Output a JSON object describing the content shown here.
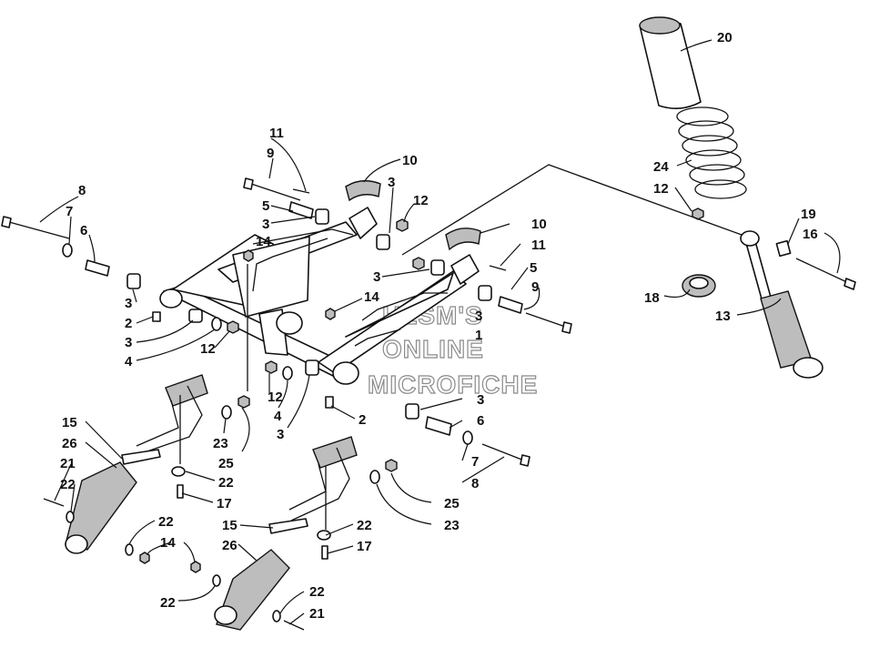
{
  "watermark": [
    "HLSM'S",
    "ONLINE",
    "MICROFICHE"
  ],
  "callouts": [
    {
      "id": "c8a",
      "text": "8"
    },
    {
      "id": "c7a",
      "text": "7"
    },
    {
      "id": "c6a",
      "text": "6"
    },
    {
      "id": "c3a",
      "text": "3"
    },
    {
      "id": "c2a",
      "text": "2"
    },
    {
      "id": "c3b",
      "text": "3"
    },
    {
      "id": "c4a",
      "text": "4"
    },
    {
      "id": "c12a",
      "text": "12"
    },
    {
      "id": "c14a",
      "text": "14"
    },
    {
      "id": "c11a",
      "text": "11"
    },
    {
      "id": "c9a",
      "text": "9"
    },
    {
      "id": "c5a",
      "text": "5"
    },
    {
      "id": "c3c",
      "text": "3"
    },
    {
      "id": "c10a",
      "text": "10"
    },
    {
      "id": "c3d",
      "text": "3"
    },
    {
      "id": "c12b",
      "text": "12"
    },
    {
      "id": "c10b",
      "text": "10"
    },
    {
      "id": "c11b",
      "text": "11"
    },
    {
      "id": "c3e",
      "text": "3"
    },
    {
      "id": "c5b",
      "text": "5"
    },
    {
      "id": "c9b",
      "text": "9"
    },
    {
      "id": "c14b",
      "text": "14"
    },
    {
      "id": "c3f",
      "text": "3"
    },
    {
      "id": "c1",
      "text": "1"
    },
    {
      "id": "c12c",
      "text": "12"
    },
    {
      "id": "c4b",
      "text": "4"
    },
    {
      "id": "c3g",
      "text": "3"
    },
    {
      "id": "c2b",
      "text": "2"
    },
    {
      "id": "c3h",
      "text": "3"
    },
    {
      "id": "c6b",
      "text": "6"
    },
    {
      "id": "c7b",
      "text": "7"
    },
    {
      "id": "c8b",
      "text": "8"
    },
    {
      "id": "c20",
      "text": "20"
    },
    {
      "id": "c24",
      "text": "24"
    },
    {
      "id": "c12d",
      "text": "12"
    },
    {
      "id": "c19",
      "text": "19"
    },
    {
      "id": "c16",
      "text": "16"
    },
    {
      "id": "c18",
      "text": "18"
    },
    {
      "id": "c13",
      "text": "13"
    },
    {
      "id": "c15a",
      "text": "15"
    },
    {
      "id": "c26a",
      "text": "26"
    },
    {
      "id": "c21a",
      "text": "21"
    },
    {
      "id": "c22a",
      "text": "22"
    },
    {
      "id": "c23a",
      "text": "23"
    },
    {
      "id": "c25a",
      "text": "25"
    },
    {
      "id": "c22b",
      "text": "22"
    },
    {
      "id": "c17a",
      "text": "17"
    },
    {
      "id": "c22c",
      "text": "22"
    },
    {
      "id": "c14c",
      "text": "14"
    },
    {
      "id": "c22d",
      "text": "22"
    },
    {
      "id": "c15b",
      "text": "15"
    },
    {
      "id": "c26b",
      "text": "26"
    },
    {
      "id": "c22e",
      "text": "22"
    },
    {
      "id": "c17b",
      "text": "17"
    },
    {
      "id": "c25b",
      "text": "25"
    },
    {
      "id": "c23b",
      "text": "23"
    },
    {
      "id": "c22f",
      "text": "22"
    },
    {
      "id": "c21b",
      "text": "21"
    }
  ]
}
